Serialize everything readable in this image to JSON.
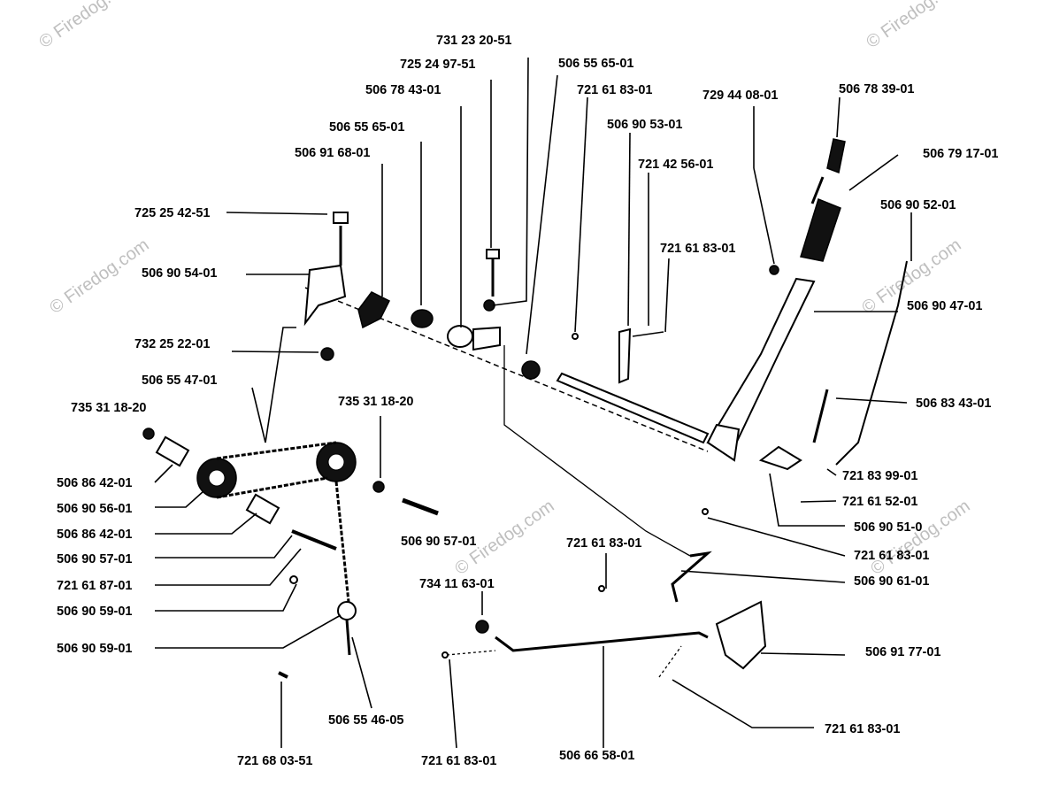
{
  "watermark": "© Firedog.com",
  "labels": {
    "l01": "731 23 20-51",
    "l02": "725 24 97-51",
    "l03": "506 78 43-01",
    "l04": "506 55 65-01",
    "l05": "506 91 68-01",
    "l06": "725 25 42-51",
    "l07": "506 90 54-01",
    "l08": "732 25 22-01",
    "l09": "506 55 47-01",
    "l10": "735 31 18-20",
    "l11": "506 86 42-01",
    "l12": "506 90 56-01",
    "l13": "506 86 42-01",
    "l14": "506 90 57-01",
    "l15": "721 61 87-01",
    "l16": "506 90 59-01",
    "l17": "506 90 59-01",
    "l18": "721 68 03-51",
    "l19": "506 55 46-05",
    "l20": "735 31 18-20",
    "l21": "506 90 57-01",
    "l22": "506 55 65-01",
    "l23": "721 61 83-01",
    "l24": "506 90 53-01",
    "l25": "721 42 56-01",
    "l26": "721 61 83-01",
    "l27": "729 44 08-01",
    "l28": "506 78 39-01",
    "l29": "506 79 17-01",
    "l30": "506 90 52-01",
    "l31": "506 90 47-01",
    "l32": "506 83 43-01",
    "l33": "721 83 99-01",
    "l34": "721 61 52-01",
    "l35": "506 90 51-0",
    "l36": "721 61 83-01",
    "l37": "506 90 61-01",
    "l38": "721 61 83-01",
    "l39": "734 11 63-01",
    "l40": "506 91 77-01",
    "l41": "721 61 83-01",
    "l42": "721 61 83-01",
    "l43": "506 66 58-01"
  }
}
